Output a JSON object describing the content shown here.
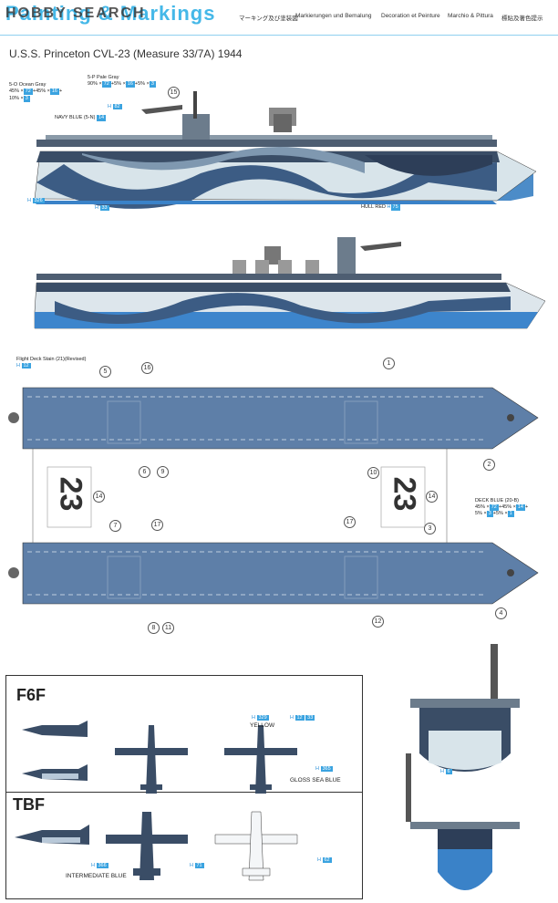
{
  "header": {
    "title": "Painting & Markings",
    "watermark": "HOBBY SEARCH",
    "languages": [
      "マーキング及び塗装図",
      "Markierungen und Bemalung",
      "Decoration et Peinture",
      "Marchio & Pittura",
      "標貼及著色提示"
    ]
  },
  "ship_title": "U.S.S. Princeton CVL-23 (Measure 33/7A) 1944",
  "labels": {
    "ocean_gray": "5-O Ocean Gray",
    "ocean_gray_mix": [
      "45% ×",
      "72",
      "+45% ×",
      "16",
      "+",
      "10% ×",
      "3"
    ],
    "pale_gray": "5-P Pale Gray",
    "pale_gray_mix": [
      "90% ×",
      "72",
      "+5% ×",
      "16",
      "+5% ×",
      "3"
    ],
    "navy_blue": "NAVY BLUE (5-N)",
    "navy_blue_code": "14",
    "code_82": "82",
    "code_326": "326",
    "code_33": "33",
    "hull_red": "HULL RED",
    "hull_red_code": "75",
    "flight_deck_stain": "Flight Deck Stain (21)(Revised)",
    "flight_deck_code": "12",
    "deck_blue": "DECK BLUE (20-B)",
    "deck_blue_mix": [
      "45% ×",
      "72",
      "+45% ×",
      "14",
      "+",
      "5% ×",
      "3",
      "+5% ×",
      "1"
    ],
    "hull_number": "23",
    "code_6": "6"
  },
  "callouts": {
    "c15": "15",
    "c5": "5",
    "c16": "16",
    "c1": "1",
    "c6": "6",
    "c9": "9",
    "c10": "10",
    "c2": "2",
    "c14a": "14",
    "c14b": "14",
    "c7": "7",
    "c17a": "17",
    "c17b": "17",
    "c3": "3",
    "c8": "8",
    "c11": "11",
    "c12": "12",
    "c4": "4"
  },
  "aircraft": {
    "f6f": {
      "title": "F6F",
      "yellow": "YELLOW",
      "yellow_code": "329",
      "code_33": "33",
      "gloss_sea_blue": "GLOSS SEA BLUE",
      "gloss_code": "365",
      "code_12": "12"
    },
    "tbf": {
      "title": "TBF",
      "intermediate_blue": "INTERMEDIATE BLUE",
      "intermediate_code": "366",
      "code_71": "71",
      "code_62": "62"
    }
  }
}
